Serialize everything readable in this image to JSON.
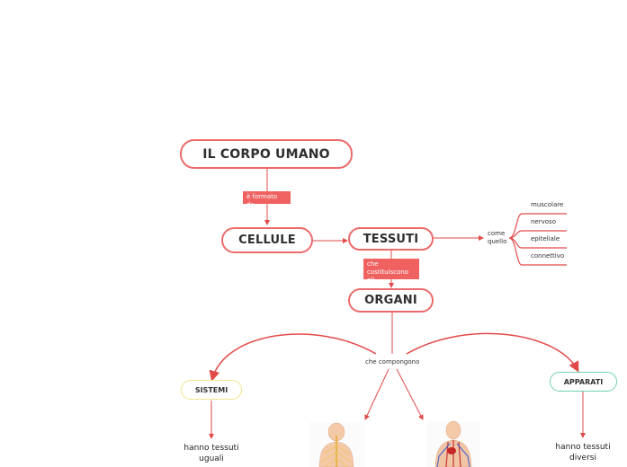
{
  "nodes": {
    "root": "IL CORPO UMANO",
    "cellule": "CELLULE",
    "tessuti": "TESSUTI",
    "organi": "ORGANI",
    "sistemi": "SISTEMI",
    "apparati": "APPARATI"
  },
  "labels": {
    "formato": "è formato da",
    "costituiscono_line1": "che",
    "costituiscono_line2": "costituiscono gli",
    "come_line1": "come",
    "come_line2": "quello",
    "compongono": "che compongono"
  },
  "tissue_types": [
    "muscolare",
    "nervoso",
    "epiteliale",
    "connettivo"
  ],
  "descriptions": {
    "sistemi_line1": "hanno tessuti",
    "sistemi_line2": "uguali",
    "apparati_line1": "hanno tessuti",
    "apparati_line2": "diversi"
  },
  "images": [
    "nervous-system-figure",
    "circulatory-system-figure"
  ],
  "colors": {
    "main_border": "#ec6b6b",
    "label_fill": "#f06262",
    "sistemi_border": "#f3e38a",
    "apparati_border": "#6fcfb5",
    "connector": "#e24a4a"
  }
}
